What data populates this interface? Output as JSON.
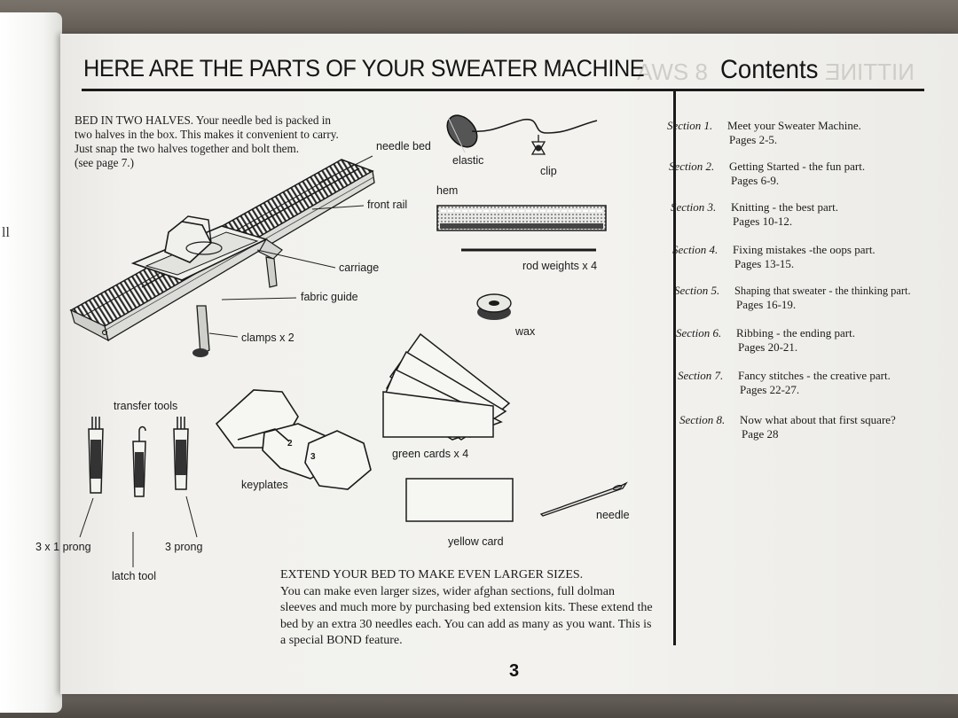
{
  "page": {
    "title": "HERE ARE THE PARTS OF YOUR SWEATER MACHINE",
    "contents_title": "Contents",
    "page_number": "3",
    "left_page_fragment": "ll"
  },
  "intro": {
    "text": "BED IN TWO HALVES.  Your needle bed is packed in two halves in the box. This makes it convenient to carry. Just snap the two halves together and bolt them.",
    "ref": "(see page 7.)"
  },
  "labels": {
    "needle_bed": "needle bed",
    "front_rail": "front rail",
    "carriage": "carriage",
    "fabric_guide": "fabric guide",
    "clamps": "clamps x 2",
    "elastic": "elastic",
    "clip": "clip",
    "hem": "hem",
    "rod_weights": "rod weights x 4",
    "wax": "wax",
    "green_cards": "green cards x 4",
    "transfer_tools": "transfer tools",
    "keyplates": "keyplates",
    "needle": "needle",
    "yellow_card": "yellow card",
    "one_prong": "3 x 1 prong",
    "three_prong": "3 prong",
    "latch_tool": "latch tool",
    "keyplate_2": "2",
    "keyplate_3": "3"
  },
  "extend": {
    "heading": "EXTEND YOUR BED TO MAKE EVEN LARGER SIZES.",
    "body": "You can make even larger sizes, wider afghan sections, full dolman sleeves and much more by purchasing bed extension kits. These extend the bed by an extra 30 needles each. You can add as many as you want. This is a special BOND feature."
  },
  "contents": [
    {
      "section": "Section 1.",
      "title": "Meet your Sweater Machine.",
      "pages": "Pages 2-5."
    },
    {
      "section": "Section 2.",
      "title": "Getting Started - the fun part.",
      "pages": "Pages 6-9."
    },
    {
      "section": "Section 3.",
      "title": "Knitting - the best part.",
      "pages": "Pages 10-12."
    },
    {
      "section": "Section 4.",
      "title": "Fixing mistakes -the oops part.",
      "pages": "Pages 13-15."
    },
    {
      "section": "Section 5.",
      "title": "Shaping that sweater - the thinking part.",
      "pages": "Pages 16-19."
    },
    {
      "section": "Section 6.",
      "title": "Ribbing - the ending part.",
      "pages": "Pages 20-21."
    },
    {
      "section": "Section 7.",
      "title": "Fancy stitches - the creative part.",
      "pages": "Pages 22-27."
    },
    {
      "section": "Section 8.",
      "title": "Now what about that first square?",
      "pages": "Page 28"
    }
  ]
}
